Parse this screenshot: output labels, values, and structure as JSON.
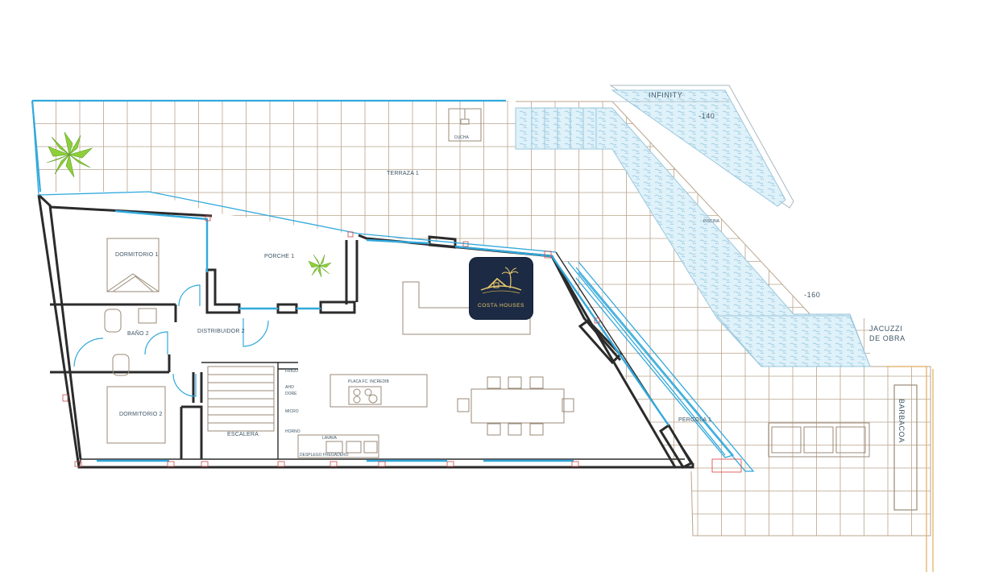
{
  "rooms": {
    "terraza1": "TERRAZA 1",
    "porche1": "PORCHE 1",
    "dormitorio1": "DORMITORIO 1",
    "dormitorio2": "DORMITORIO 2",
    "bano2": "BAÑO 2",
    "distribuidor2": "DISTRIBUIDOR 2",
    "escalera": "ESCALERA",
    "pergola1": "PERGOLA 1",
    "piscina": "PISCINA",
    "ducha": "DUCHA",
    "barbacoa": "BARBACOA",
    "jacuzzi_line1": "JACUZZI",
    "jacuzzi_line2": "DE OBRA",
    "infinity": "INFINITY"
  },
  "depths": {
    "top": "-140",
    "bottom": "-160"
  },
  "kitchen_labels": {
    "frigo": "FRIGO",
    "horno_1": "AHO",
    "horno_2": "DORE",
    "micro": "MICRO",
    "horno": "HORNO",
    "lavava": "LAVAVA",
    "placa": "PLACA FC. INCREDIB",
    "fregadero": "DESPLEGO FREGADERO"
  },
  "logo": {
    "brand": "COSTA HOUSES",
    "colors": {
      "background": "#1c2a44",
      "gold": "#e8c86a"
    },
    "icon": "house-palm-logo-icon"
  },
  "colors": {
    "glass": "#31a9dc",
    "wall": "#2b2b2b",
    "grid": "#b9a48c",
    "pool": "#bfe3f3"
  }
}
